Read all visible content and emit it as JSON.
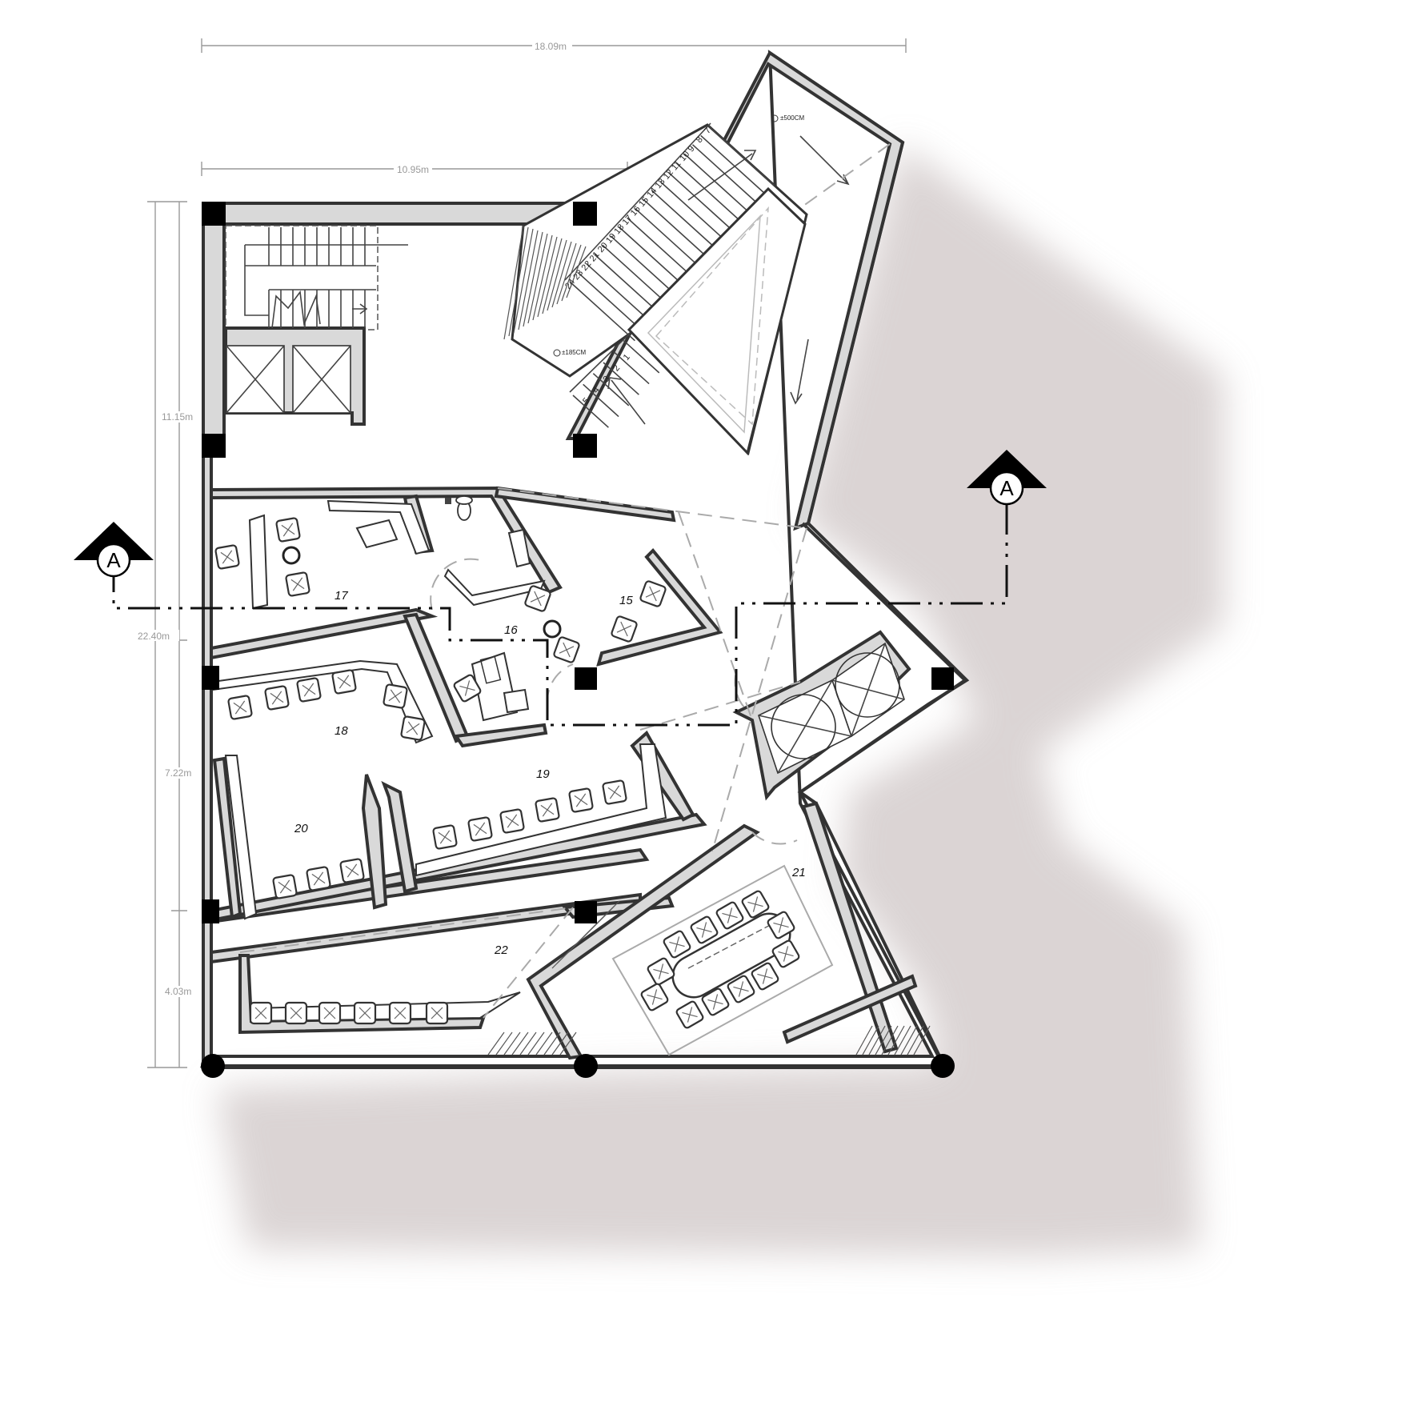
{
  "plan": {
    "dimensions": {
      "overall_width": "18.09m",
      "partial_width": "10.95m",
      "overall_height": "22.40m",
      "segment_top": "11.15m",
      "segment_middle": "7.22m",
      "segment_bottom": "4.03m"
    },
    "levels": {
      "upper_landing": "±500CM",
      "mid_landing": "±185CM"
    },
    "section_mark": {
      "letter": "A"
    },
    "rooms": {
      "r15": "15",
      "r16": "16",
      "r17": "17",
      "r18": "18",
      "r19": "19",
      "r20": "20",
      "r21": "21",
      "r22": "22"
    },
    "stair_numbers": [
      "1",
      "2",
      "3",
      "4",
      "5",
      "6",
      "7",
      "8",
      "9",
      "10",
      "11",
      "12",
      "13",
      "14",
      "15",
      "16",
      "17",
      "18",
      "19",
      "20",
      "21",
      "22",
      "23",
      "24"
    ]
  }
}
